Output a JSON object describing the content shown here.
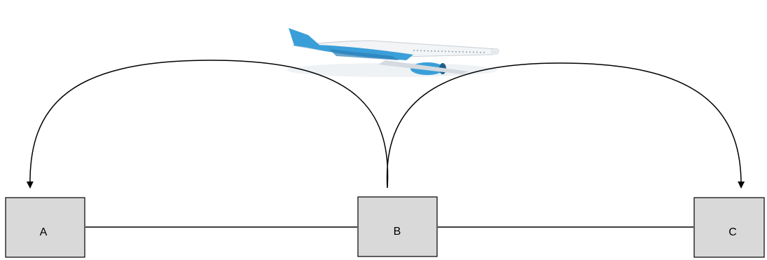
{
  "diagram": {
    "nodes": [
      {
        "id": "A",
        "label": "A"
      },
      {
        "id": "B",
        "label": "B"
      },
      {
        "id": "C",
        "label": "C"
      }
    ],
    "edges": [
      {
        "from": "A",
        "to": "B",
        "style": "line"
      },
      {
        "from": "B",
        "to": "C",
        "style": "line"
      }
    ],
    "arcs": [
      {
        "from": "B",
        "to": "A",
        "style": "curved-arrow"
      },
      {
        "from": "B",
        "to": "C",
        "style": "curved-arrow"
      }
    ],
    "image": {
      "name": "airplane-image",
      "description_icon": "airplane-icon"
    }
  },
  "colors": {
    "box_fill": "#d9d9d9",
    "stroke": "#000000",
    "plane_body": "#f2f4f6",
    "plane_livery": "#3a9fd8"
  }
}
